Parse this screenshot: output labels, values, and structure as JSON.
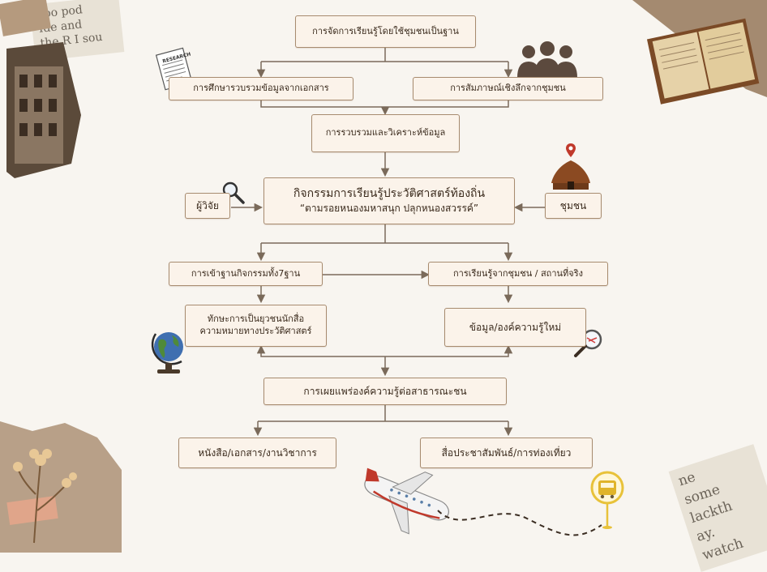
{
  "nodes": {
    "root": "การจัดการเรียนรู้โดยใช้ชุมชนเป็นฐาน",
    "documents": "การศึกษารวบรวมข้อมูลจากเอกสาร",
    "interview": "การสัมภาษณ์เชิงลึกจากชุมชน",
    "analysis": "การรวบรวมและวิเคราะห์ข้อมูล",
    "activity_line1": "กิจกรรมการเรียนรู้ประวัติศาสตร์ท้องถิ่น",
    "activity_line2": "“ตามรอยหนองมหาสนุก ปลุกหนองสวรรค์”",
    "researcher": "ผู้วิจัย",
    "community": "ชุมชน",
    "seven_stations": "การเข้าฐานกิจกรรมทั้ง7ฐาน",
    "real_place": "การเรียนรู้จากชุมชน / สถานที่จริง",
    "skills_line1": "ทักษะการเป็นยุวชนนักสื่อ",
    "skills_line2": "ความหมายทางประวัติศาสตร์",
    "new_knowledge": "ข้อมูล/องค์ความรู้ใหม่",
    "dissemination": "การเผยแพร่องค์ความรู้ต่อสาธารณะชน",
    "books": "หนังสือ/เอกสาร/งานวิชาการ",
    "media": "สื่อประชาสัมพันธ์/การท่องเที่ยว"
  },
  "decor": {
    "research_paper_label": "RESEARCH",
    "newspaper_words_left": [
      "ooo",
      "pod",
      "Ide",
      "and",
      "the",
      "R",
      "I sou"
    ],
    "newspaper_words_right": [
      "ne",
      "some",
      "lackth",
      "ay.",
      "watch"
    ]
  },
  "colors": {
    "node_fill": "#fbf3ea",
    "node_border": "#a78b6f",
    "arrow": "#7a6a5a",
    "background": "#f8f5f0"
  }
}
